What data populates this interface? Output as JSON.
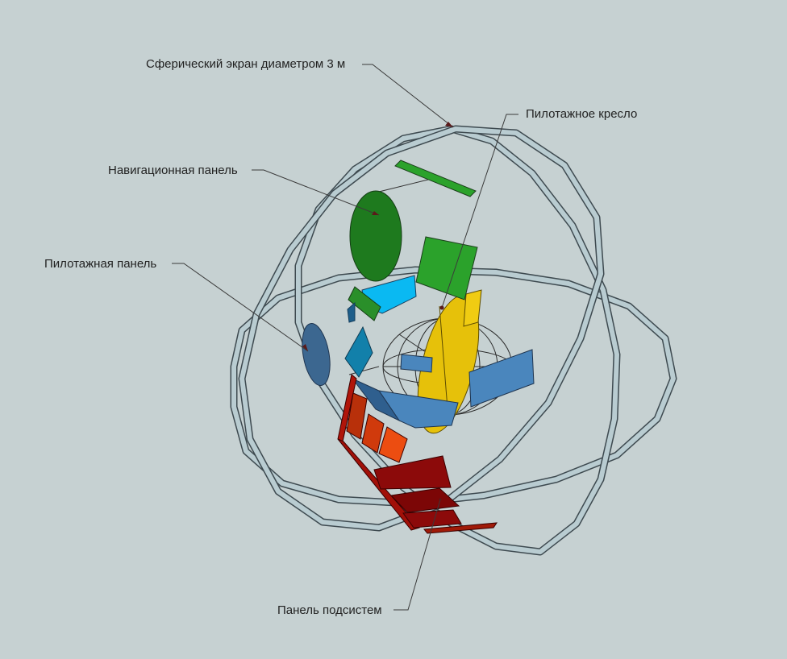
{
  "labels": {
    "sphere_screen": "Сферический экран диаметром 3 м",
    "pilot_seat": "Пилотажное кресло",
    "nav_panel": "Навигационная панель",
    "pilot_panel": "Пилотажная панель",
    "subsystems_panel": "Панель подсистем"
  },
  "colors": {
    "background": "#c6d1d2",
    "sphere_ring": "#b7cbd0",
    "nav_green": "#1e7a1e",
    "green_light": "#2ba22b",
    "seat_yellow": "#e6c10a",
    "cyan": "#0ab9f2",
    "steel_blue": "#4a86bd",
    "dark_blue": "#3c6790",
    "red_dark": "#8c0a0a",
    "orange": "#e2460f"
  }
}
